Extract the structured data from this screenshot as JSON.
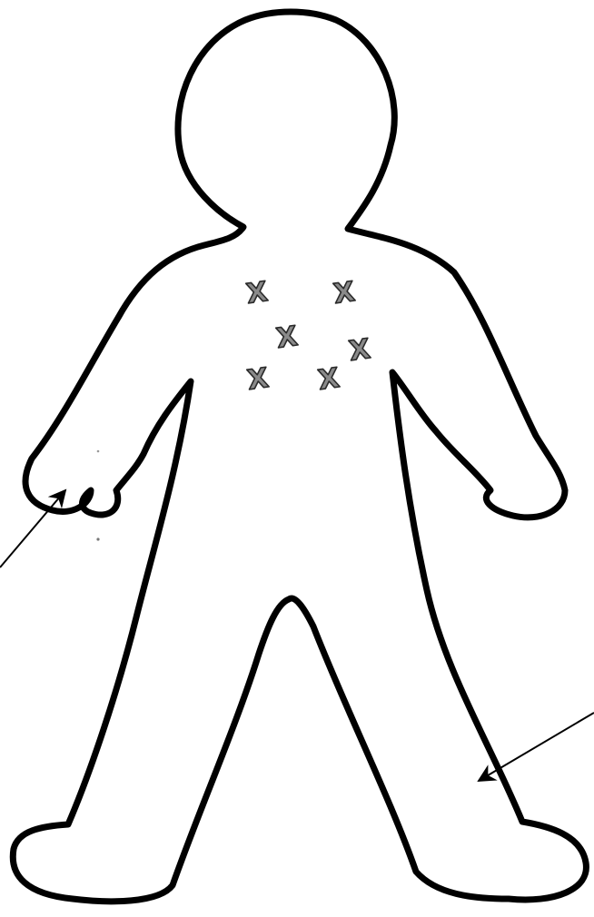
{
  "figure": {
    "type": "body-outline",
    "outline_color": "#000000",
    "background_color": "#ffffff"
  },
  "markers": {
    "glyph": "X",
    "fill_color": "#8a8a8a",
    "stroke_color": "#2a2a2a",
    "count": 6
  },
  "arrows": {
    "color": "#000000",
    "count": 2
  }
}
